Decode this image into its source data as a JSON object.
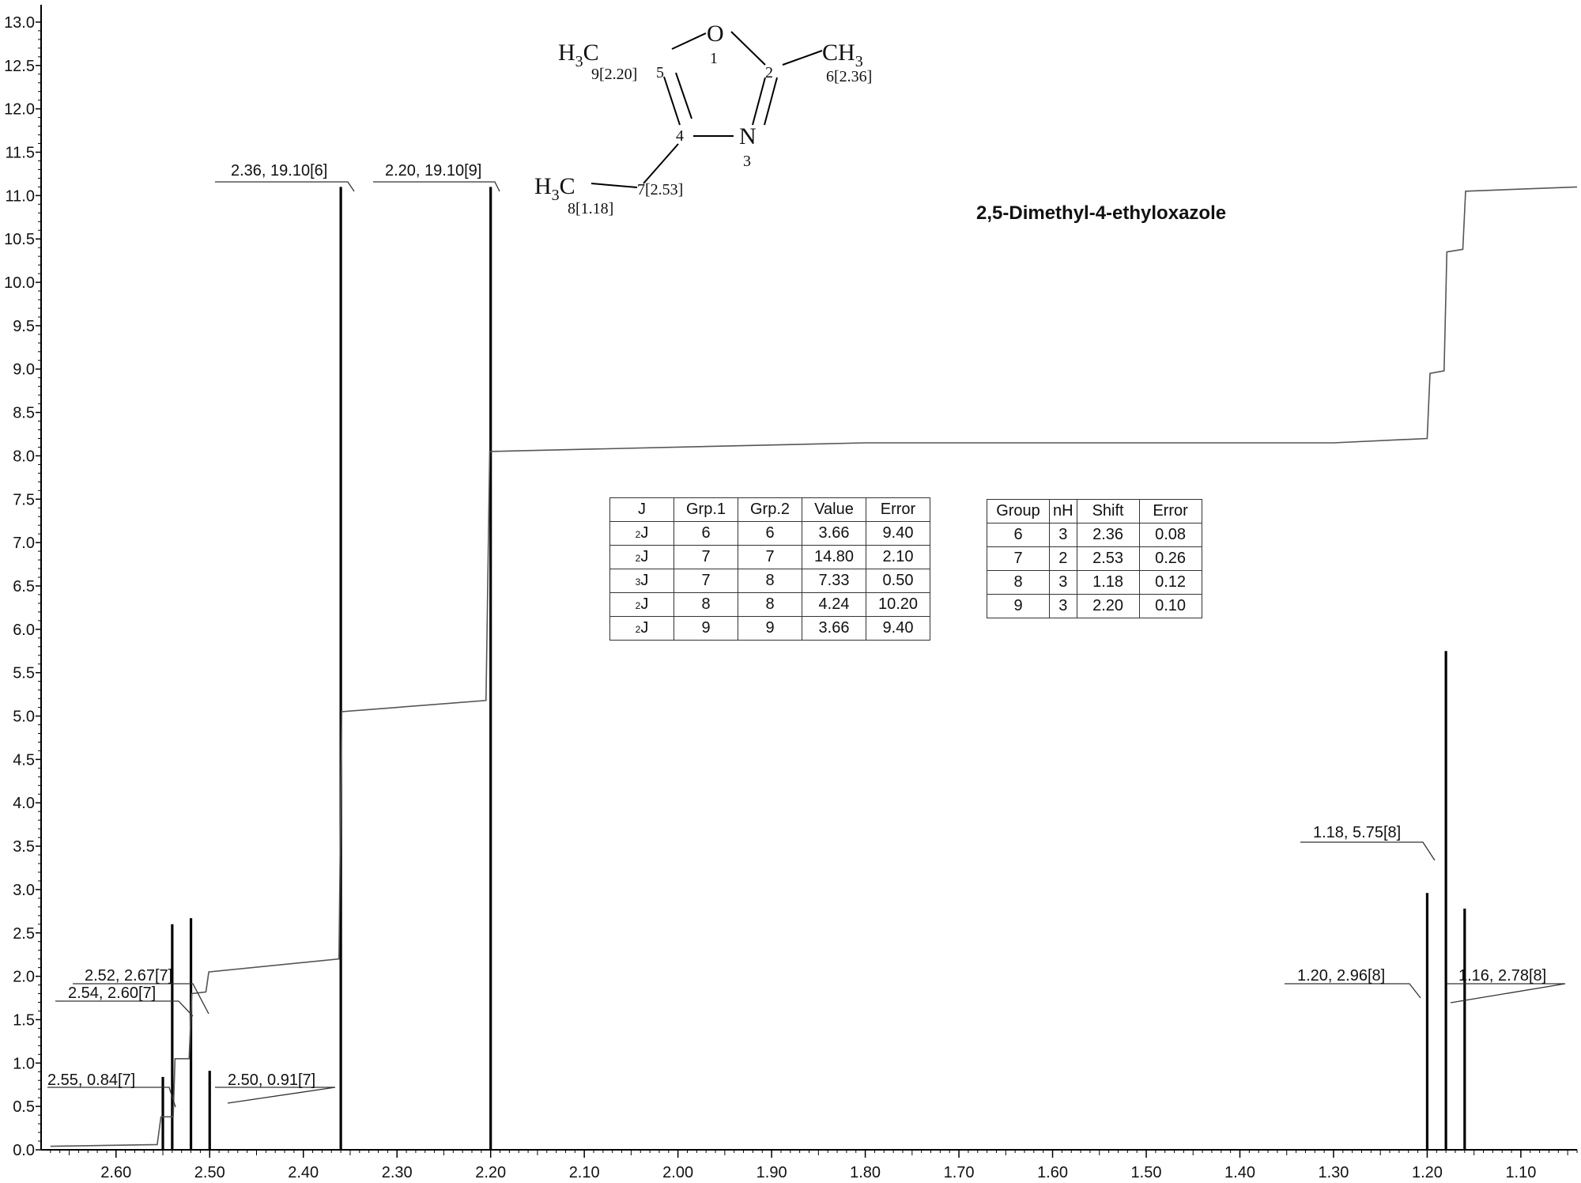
{
  "chart_data": {
    "type": "line",
    "title": "2,5-Dimethyl-4-ethyloxazole",
    "xlabel": "",
    "ylabel": "",
    "xlim": [
      2.68,
      1.04
    ],
    "ylim": [
      0,
      13.2
    ],
    "x_ticks": [
      "2.60",
      "2.50",
      "2.40",
      "2.30",
      "2.20",
      "2.10",
      "2.00",
      "1.90",
      "1.80",
      "1.70",
      "1.60",
      "1.50",
      "1.40",
      "1.30",
      "1.20",
      "1.10"
    ],
    "y_ticks": [
      "0.0",
      "0.5",
      "1.0",
      "1.5",
      "2.0",
      "2.5",
      "3.0",
      "3.5",
      "4.0",
      "4.5",
      "5.0",
      "5.5",
      "6.0",
      "6.5",
      "7.0",
      "7.5",
      "8.0",
      "8.5",
      "9.0",
      "9.5",
      "10.0",
      "10.5",
      "11.0",
      "11.5",
      "12.0",
      "12.5",
      "13.0"
    ],
    "peaks": [
      {
        "x": 2.55,
        "y": 0.84,
        "label": "2.55, 0.84[7]"
      },
      {
        "x": 2.54,
        "y": 2.6,
        "label": "2.54, 2.60[7]"
      },
      {
        "x": 2.52,
        "y": 2.67,
        "label": "2.52, 2.67[7]"
      },
      {
        "x": 2.5,
        "y": 0.91,
        "label": "2.50, 0.91[7]"
      },
      {
        "x": 2.36,
        "y": 19.1,
        "label": "2.36, 19.10[6]"
      },
      {
        "x": 2.2,
        "y": 19.1,
        "label": "2.20, 19.10[9]"
      },
      {
        "x": 1.2,
        "y": 2.96,
        "label": "1.20, 2.96[8]"
      },
      {
        "x": 1.18,
        "y": 5.75,
        "label": "1.18, 5.75[8]"
      },
      {
        "x": 1.16,
        "y": 2.78,
        "label": "1.16, 2.78[8]"
      }
    ],
    "integral": [
      [
        2.67,
        0.04
      ],
      [
        2.556,
        0.06
      ],
      [
        2.552,
        0.38
      ],
      [
        2.539,
        0.38
      ],
      [
        2.537,
        1.05
      ],
      [
        2.522,
        1.05
      ],
      [
        2.519,
        1.8
      ],
      [
        2.504,
        1.82
      ],
      [
        2.501,
        2.05
      ],
      [
        2.362,
        2.2
      ],
      [
        2.359,
        5.05
      ],
      [
        2.205,
        5.18
      ],
      [
        2.201,
        8.05
      ],
      [
        1.8,
        8.15
      ],
      [
        1.3,
        8.15
      ],
      [
        1.2,
        8.2
      ],
      [
        1.197,
        8.95
      ],
      [
        1.182,
        8.98
      ],
      [
        1.179,
        10.35
      ],
      [
        1.162,
        10.38
      ],
      [
        1.159,
        11.05
      ],
      [
        1.04,
        11.1
      ]
    ]
  },
  "molecule": {
    "atoms": {
      "O": "O",
      "N": "N",
      "n1": "1",
      "n2": "2",
      "n3": "3",
      "n4": "4",
      "n5": "5",
      "ch3_right_main": "CH",
      "ch3_right_sub": "3",
      "ch3_right_shift": "6[2.36]",
      "h3c_left_h": "H",
      "h3c_left_sub": "3",
      "h3c_left_c": "C",
      "h3c_left_shift": "9[2.20]",
      "ethyl_h": "H",
      "ethyl_sub": "3",
      "ethyl_c": "C",
      "ethyl_shift": "8[1.18]",
      "ch2_shift": "7[2.53]"
    }
  },
  "j_table": {
    "headers": [
      "J",
      "Grp.1",
      "Grp.2",
      "Value",
      "Error"
    ],
    "rows": [
      {
        "sup": "2",
        "j": "J",
        "g1": "6",
        "g2": "6",
        "value": "3.66",
        "error": "9.40"
      },
      {
        "sup": "2",
        "j": "J",
        "g1": "7",
        "g2": "7",
        "value": "14.80",
        "error": "2.10"
      },
      {
        "sup": "3",
        "j": "J",
        "g1": "7",
        "g2": "8",
        "value": "7.33",
        "error": "0.50"
      },
      {
        "sup": "2",
        "j": "J",
        "g1": "8",
        "g2": "8",
        "value": "4.24",
        "error": "10.20"
      },
      {
        "sup": "2",
        "j": "J",
        "g1": "9",
        "g2": "9",
        "value": "3.66",
        "error": "9.40"
      }
    ]
  },
  "group_table": {
    "headers": [
      "Group",
      "nH",
      "Shift",
      "Error"
    ],
    "rows": [
      {
        "group": "6",
        "nh": "3",
        "shift": "2.36",
        "error": "0.08"
      },
      {
        "group": "7",
        "nh": "2",
        "shift": "2.53",
        "error": "0.26"
      },
      {
        "group": "8",
        "nh": "3",
        "shift": "1.18",
        "error": "0.12"
      },
      {
        "group": "9",
        "nh": "3",
        "shift": "2.20",
        "error": "0.10"
      }
    ]
  }
}
